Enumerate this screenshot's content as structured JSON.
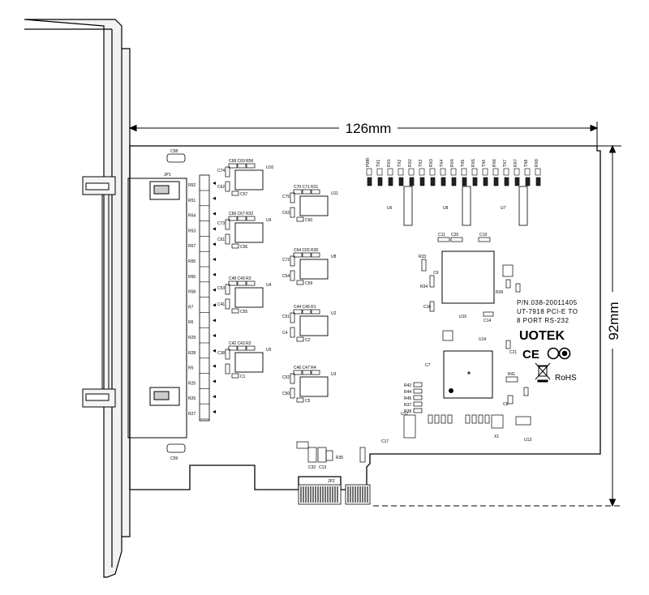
{
  "dimensions": {
    "width": "126mm",
    "height": "92mm"
  },
  "connector": {
    "jp1": "JP1",
    "jp2": "JP2"
  },
  "resistor_labels": [
    "R52",
    "R51",
    "R54",
    "R53",
    "R57",
    "R55",
    "R56",
    "R58",
    "R7",
    "R6",
    "R29",
    "R28",
    "R5",
    "R25",
    "R26",
    "R27"
  ],
  "led_labels": [
    "PWR",
    "TX1",
    "RX1",
    "TX2",
    "RX2",
    "TX3",
    "RX3",
    "TX4",
    "RX4",
    "TX5",
    "RX5",
    "TX6",
    "RX6",
    "TX7",
    "RX7",
    "TX8",
    "RX8"
  ],
  "chips": {
    "left": [
      {
        "name": "U10",
        "caps": "C68 C69 R56",
        "side1": "C74",
        "side2": "C62",
        "bottom": "C57"
      },
      {
        "name": "U9",
        "caps": "C66 C67 R32",
        "side1": "C73",
        "side2": "C61",
        "bottom": "C56"
      },
      {
        "name": "U4",
        "caps": "C48 C49 R3",
        "side1": "C53",
        "side2": "C41",
        "bottom": "C55"
      },
      {
        "name": "U5",
        "caps": "C42 C43 R2",
        "side1": "C38",
        "side2": "",
        "bottom": "C1"
      }
    ],
    "right": [
      {
        "name": "U11",
        "caps": "C70 C71 R31",
        "side1": "C75",
        "side2": "C63",
        "bottom": "C60"
      },
      {
        "name": "U8",
        "caps": "C64 C65 R30",
        "side1": "C72",
        "side2": "C54",
        "bottom": "C59"
      },
      {
        "name": "U2",
        "caps": "C44 C45 R1",
        "side1": "C51",
        "side2": "C4",
        "bottom": "C2"
      },
      {
        "name": "U3",
        "caps": "C46 C47 R4",
        "side1": "C52",
        "side2": "C50",
        "bottom": "C5"
      }
    ]
  },
  "ic_labels": {
    "u6": "U6",
    "u7": "U7",
    "u8b": "U8",
    "u15": "U15",
    "u14": "U14",
    "u13": "U13",
    "u12": "U12",
    "x1": "X1"
  },
  "misc_labels": {
    "c58": "C58",
    "c59": "C59",
    "c11": "C11",
    "c20": "C20",
    "c19": "C19",
    "c14": "C14",
    "c16": "C16",
    "r33": "R33",
    "r34": "R34",
    "c9": "C9",
    "r39": "R39",
    "c7": "C7",
    "r41": "R41",
    "r42": "R42",
    "r44": "R44",
    "r45": "R45",
    "r37": "R37",
    "r38": "R38",
    "c21": "C21",
    "c8": "C8",
    "c32": "C32",
    "c13": "C13",
    "r35": "R35",
    "c17": "C17"
  },
  "product": {
    "pn": "P/N.038-20011405",
    "model": "UT-7918 PCI-E TO",
    "desc": "8 PORT RS-232",
    "brand": "UOTEK",
    "ce": "CE",
    "rohs": "RoHS"
  },
  "colors": {
    "line": "#000000",
    "background": "#ffffff",
    "bracket_fill": "#f2f2f2",
    "gold_finger": "#333333"
  }
}
